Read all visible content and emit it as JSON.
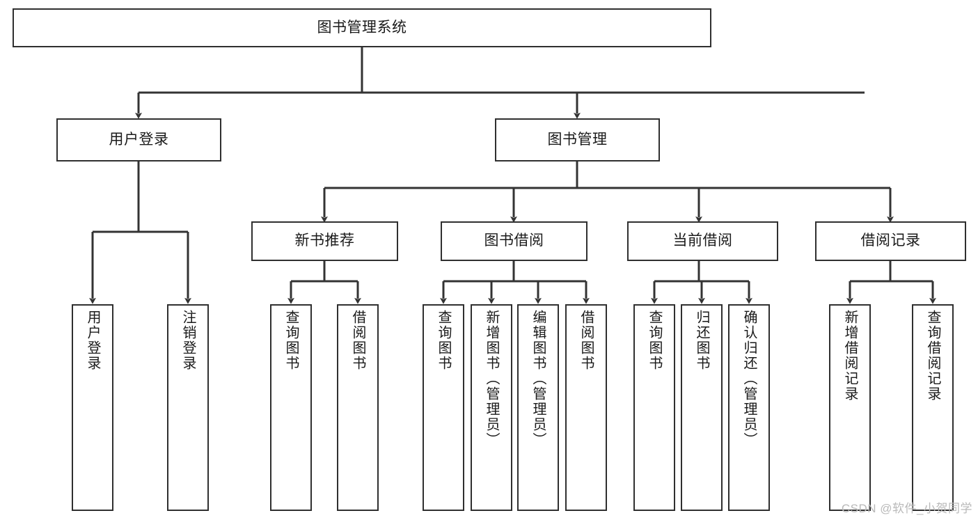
{
  "diagram": {
    "type": "tree",
    "title": "图书管理系统",
    "watermark": "CSDN @软件_小贺同学",
    "colors": {
      "box_border": "#2f2f2f",
      "box_fill": "#ffffff",
      "edge": "#333333",
      "text": "#1a1a1a",
      "watermark": "#b9b9b9"
    },
    "levels": {
      "root": {
        "label": "图书管理系统"
      },
      "level2": [
        {
          "label": "用户登录"
        },
        {
          "label": "图书管理"
        }
      ],
      "level3": [
        {
          "label": "新书推荐"
        },
        {
          "label": "图书借阅"
        },
        {
          "label": "当前借阅"
        },
        {
          "label": "借阅记录"
        }
      ],
      "leaves": {
        "user_login": [
          {
            "label": "用户登录"
          },
          {
            "label": "注销登录"
          }
        ],
        "new_book_recommend": [
          {
            "label": "查询图书"
          },
          {
            "label": "借阅图书"
          }
        ],
        "book_borrow": [
          {
            "label": "查询图书"
          },
          {
            "label": "新增图书（管理员）"
          },
          {
            "label": "编辑图书（管理员）"
          },
          {
            "label": "借阅图书"
          }
        ],
        "current_borrow": [
          {
            "label": "查询图书"
          },
          {
            "label": "归还图书"
          },
          {
            "label": "确认归还（管理员）"
          }
        ],
        "borrow_record": [
          {
            "label": "新增借阅记录"
          },
          {
            "label": "查询借阅记录"
          }
        ]
      }
    }
  }
}
